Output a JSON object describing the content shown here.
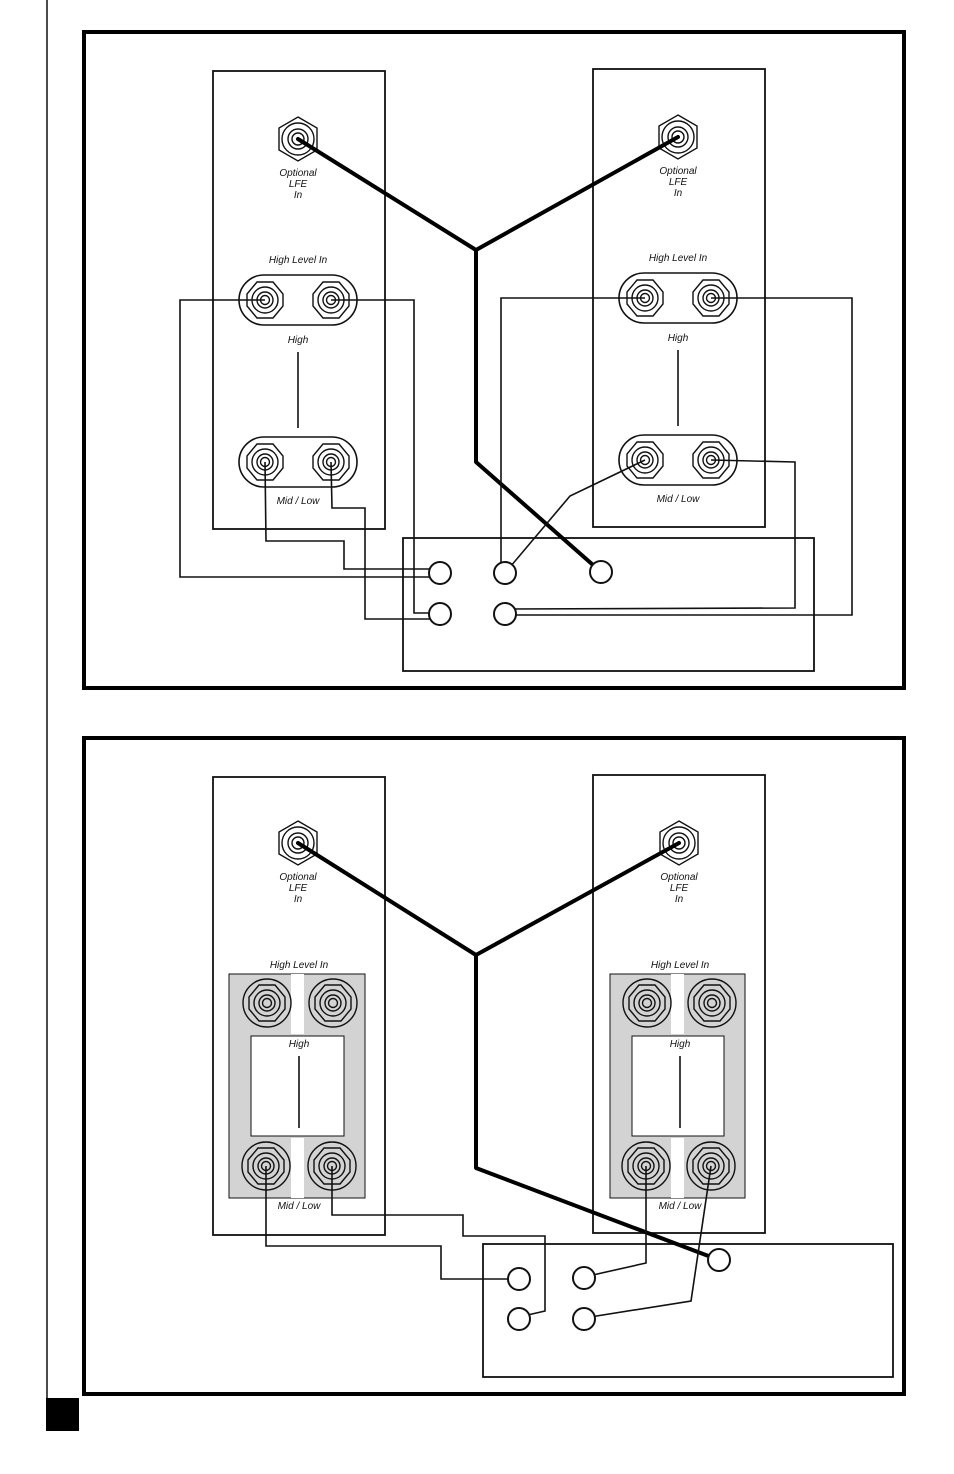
{
  "labels": {
    "optional_line1": "Optional",
    "optional_line2": "LFE",
    "optional_line3": "In",
    "high_level_in": "High Level In",
    "high": "High",
    "mid_low": "Mid / Low"
  },
  "panels": [
    {
      "id": "top-panel",
      "highlighted": false
    },
    {
      "id": "bottom-panel",
      "highlighted": true
    }
  ],
  "colors": {
    "ink": "#111111",
    "highlight": "#d3d3d3",
    "background": "#ffffff"
  }
}
